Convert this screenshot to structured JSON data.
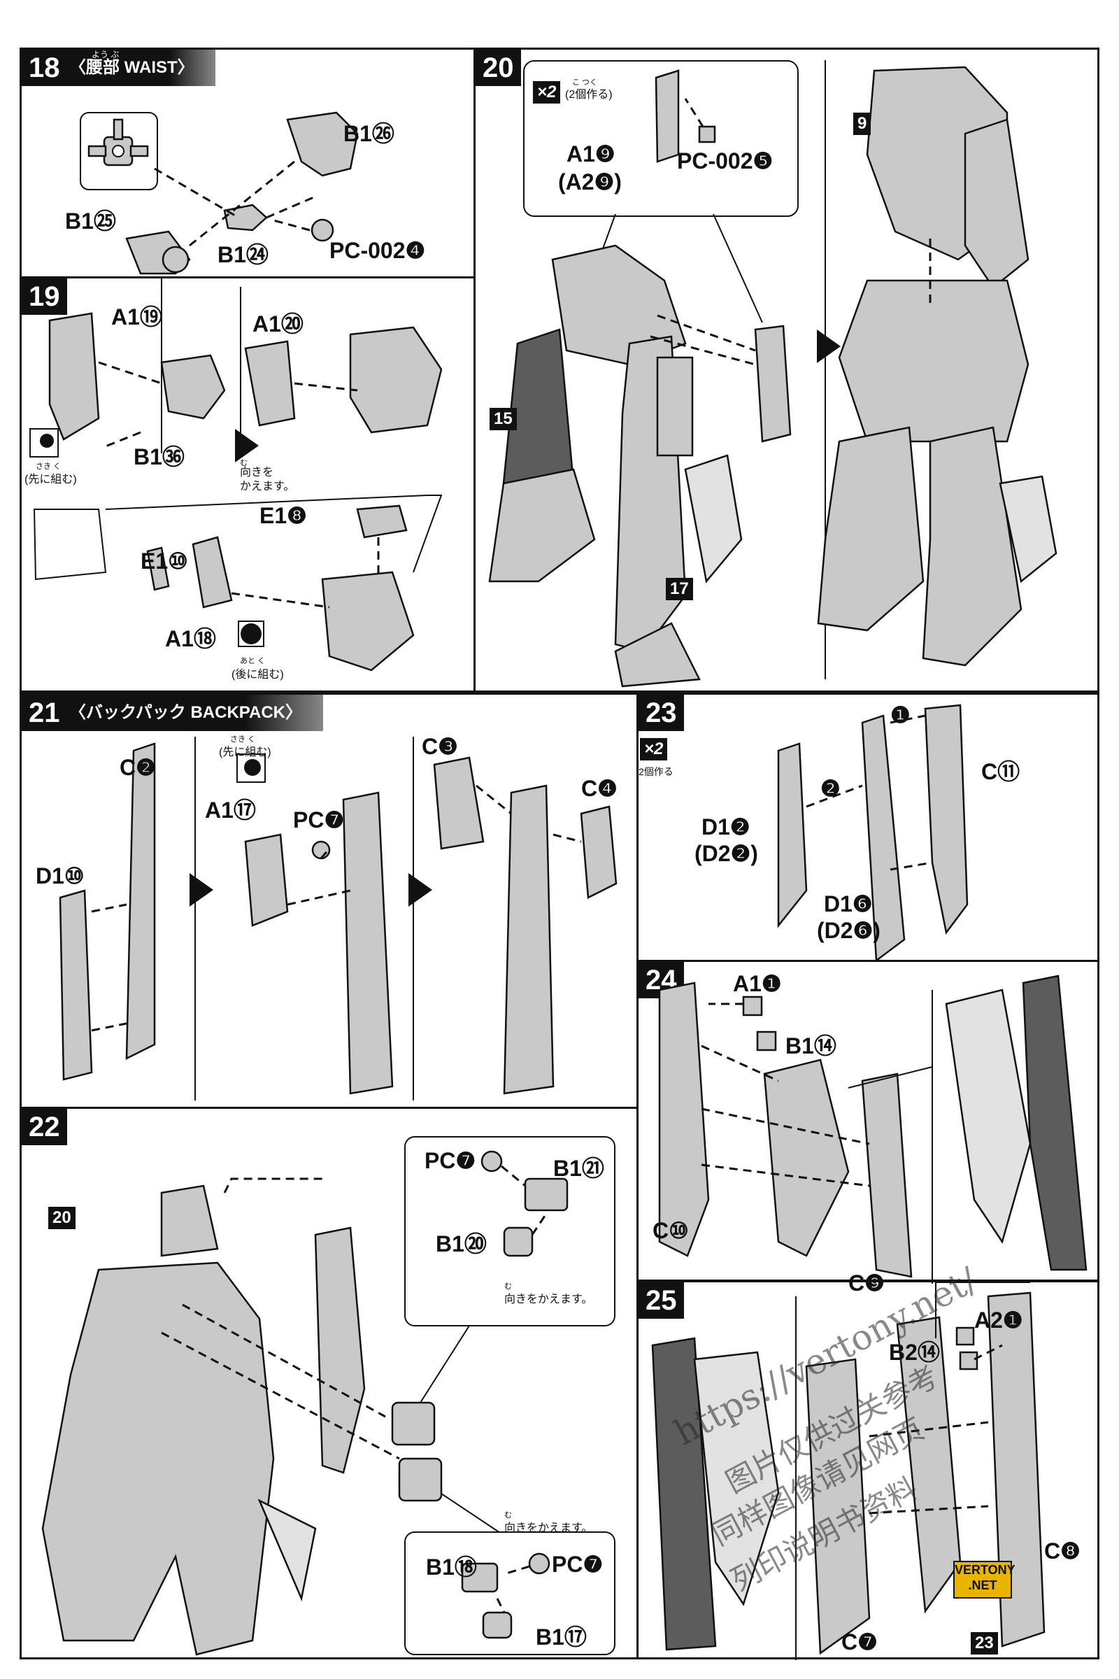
{
  "steps": {
    "s18": {
      "num": "18",
      "title": "〈腰部 WAIST〉",
      "ruby": "よう ぶ",
      "labels": {
        "b1_26": "B1㉖",
        "b1_25": "B1㉕",
        "b1_24": "B1㉔",
        "pc_4": "PC-002❹"
      }
    },
    "s19": {
      "num": "19",
      "labels": {
        "a1_19": "A1⑲",
        "a1_20": "A1⑳",
        "b1_36": "B1㊱",
        "e1_8": "E1❽",
        "e1_10": "E1⑩",
        "a1_18": "A1⑱"
      },
      "note_first": "(先に組む)",
      "note_first_ruby": "さき く",
      "note_turn": "向きを\nかえます。",
      "note_turn_ruby": "む",
      "note_later": "(後に組む)",
      "note_later_ruby": "あと く"
    },
    "s20": {
      "num": "20",
      "mult": "×2",
      "mult_note": "(2個作る)",
      "mult_ruby": "こ つく",
      "labels": {
        "a1_9": "A1❾",
        "a2_9": "(A2❾)",
        "pc_5": "PC-002❺",
        "ref15": "15",
        "ref17": "17",
        "ref9": "9"
      }
    },
    "s21": {
      "num": "21",
      "title": "〈バックパック BACKPACK〉",
      "labels": {
        "c2": "C❷",
        "d1_10": "D1⑩",
        "a1_17": "A1⑰",
        "pc7": "PC❼",
        "c3": "C❸",
        "c4": "C❹"
      },
      "note_first": "(先に組む)",
      "note_first_ruby": "さき く"
    },
    "s22": {
      "num": "22",
      "labels": {
        "ref20": "20",
        "pc7a": "PC❼",
        "b1_21": "B1㉑",
        "b1_20": "B1⑳",
        "b1_18": "B1⑱",
        "pc7b": "PC❼",
        "b1_17": "B1⑰"
      },
      "note_turn": "向きをかえます。",
      "note_turn_ruby": "む"
    },
    "s23": {
      "num": "23",
      "mult": "×2",
      "mult_note": "2個作る",
      "labels": {
        "c11": "C⑪",
        "d1_2": "D1❷",
        "d2_2": "(D2❷)",
        "d1_6": "D1❻",
        "d2_6": "(D2❻)",
        "o1": "❶",
        "o2": "❷"
      }
    },
    "s24": {
      "num": "24",
      "labels": {
        "a1_1": "A1❶",
        "b1_14": "B1⑭",
        "c10": "C⑩",
        "c9": "C❾"
      }
    },
    "s25": {
      "num": "25",
      "labels": {
        "a2_1": "A2❶",
        "b2_14": "B2⑭",
        "c8": "C❽",
        "c7": "C❼",
        "ref23": "23"
      }
    }
  },
  "watermark": {
    "url": "https://vertony.net/",
    "cn1": "图片仅供过关参考",
    "cn2": "同样图像请见网页",
    "cn3": "列印说明书资料"
  },
  "logo": {
    "text": "VERTONY .NET"
  }
}
